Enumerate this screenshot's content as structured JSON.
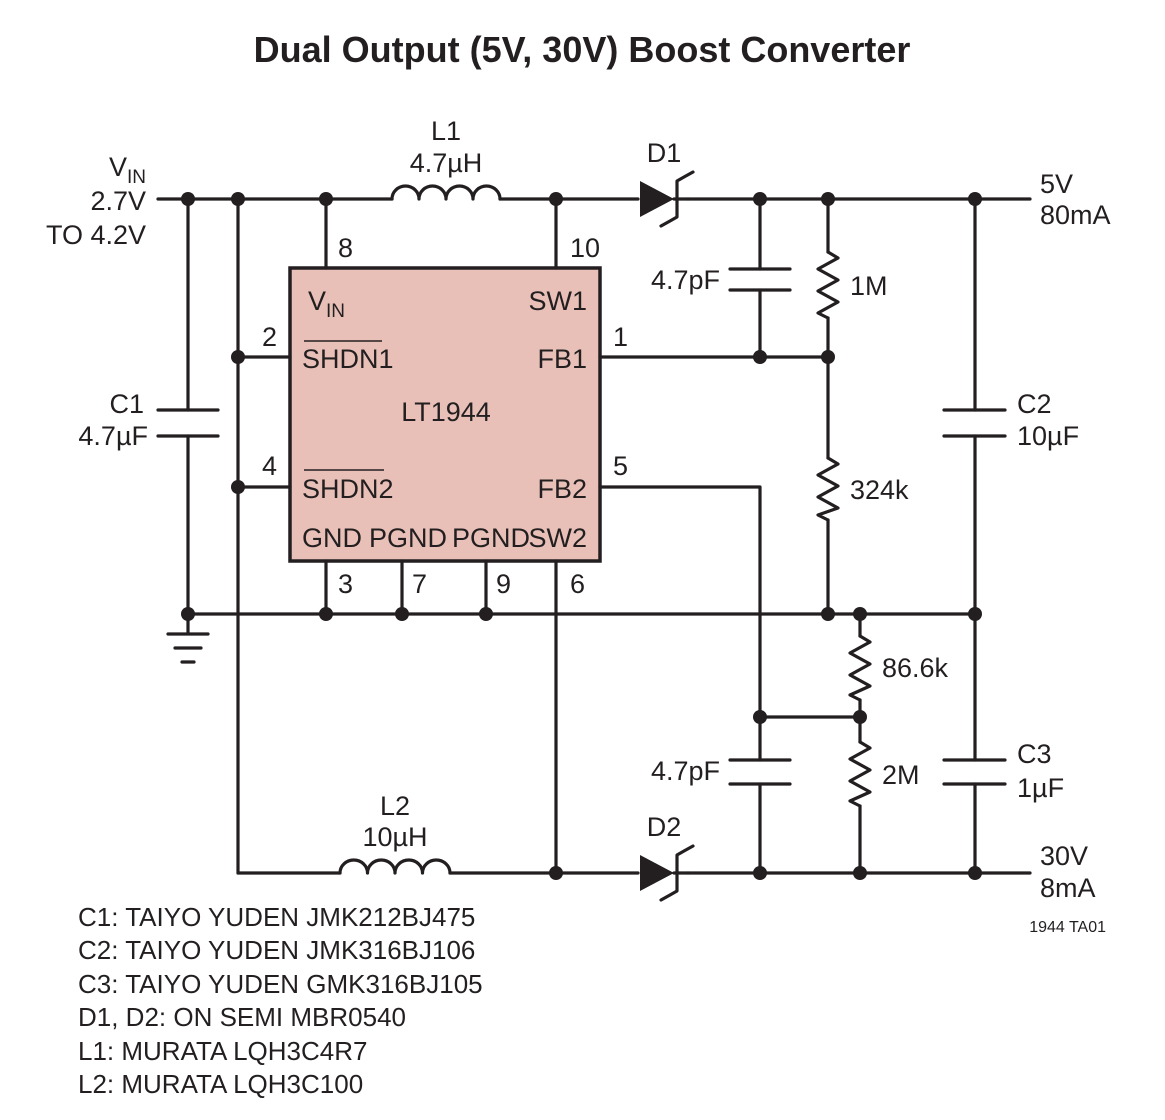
{
  "title": "Dual Output (5V, 30V) Boost Converter",
  "ic": {
    "name": "LT1944",
    "fill_color": "#e8c0b8",
    "pins": {
      "vin": "V",
      "vin_sub": "IN",
      "shdn1": "SHDN1",
      "shdn2": "SHDN2",
      "sw1": "SW1",
      "fb1": "FB1",
      "fb2": "FB2",
      "sw2": "SW2",
      "gnd": "GND",
      "pgnd_a": "PGND",
      "pgnd_b": "PGND"
    },
    "pin_numbers": {
      "p8": "8",
      "p10": "10",
      "p2": "2",
      "p4": "4",
      "p1": "1",
      "p5": "5",
      "p3": "3",
      "p7": "7",
      "p9": "9",
      "p6": "6"
    }
  },
  "input": {
    "v": "V",
    "v_sub": "IN",
    "range_1": "2.7V",
    "range_2": "TO 4.2V"
  },
  "components": {
    "l1": {
      "name": "L1",
      "value": "4.7µH"
    },
    "l2": {
      "name": "L2",
      "value": "10µH"
    },
    "d1": {
      "name": "D1"
    },
    "d2": {
      "name": "D2"
    },
    "c1": {
      "name": "C1",
      "value": "4.7µF"
    },
    "c2": {
      "name": "C2",
      "value": "10µF"
    },
    "c3": {
      "name": "C3",
      "value": "1µF"
    },
    "cff1": {
      "value": "4.7pF"
    },
    "cff2": {
      "value": "4.7pF"
    },
    "r1": {
      "value": "1M"
    },
    "r2": {
      "value": "324k"
    },
    "r3": {
      "value": "86.6k"
    },
    "r4": {
      "value": "2M"
    }
  },
  "outputs": {
    "out1_v": "5V",
    "out1_i": "80mA",
    "out2_v": "30V",
    "out2_i": "8mA"
  },
  "figure_id": "1944 TA01",
  "notes": [
    "C1: TAIYO YUDEN JMK212BJ475",
    "C2: TAIYO YUDEN JMK316BJ106",
    "C3: TAIYO YUDEN GMK316BJ105",
    "D1, D2: ON SEMI MBR0540",
    "L1: MURATA LQH3C4R7",
    "L2: MURATA LQH3C100"
  ]
}
